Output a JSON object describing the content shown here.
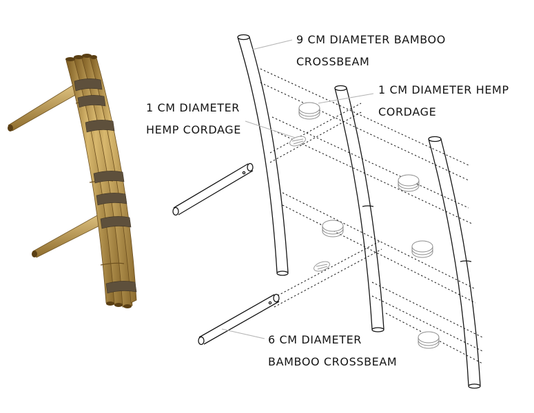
{
  "labels": {
    "main_crossbeam": {
      "line1": "9 CM DIAMETER BAMBOO",
      "line2": "CROSSBEAM"
    },
    "hemp_cordage_right": {
      "line1": "1 CM DIAMETER HEMP",
      "line2": "CORDAGE"
    },
    "hemp_cordage_left": {
      "line1": "1 CM DIAMETER",
      "line2": "HEMP CORDAGE"
    },
    "small_crossbeam": {
      "line1": "6 CM DIAMETER",
      "line2": "BAMBOO CROSSBEAM"
    }
  },
  "colors": {
    "ink": "#141414",
    "bamboo": "#c9a55a",
    "bamboo_dark": "#8c6a2c",
    "cordage": "#5e503c",
    "leader": "#b4b4b4",
    "coil": "#9a9a9a"
  },
  "icons": [
    "bamboo-ladder-render",
    "hemp-coil-icon",
    "hemp-lashing-icon"
  ]
}
